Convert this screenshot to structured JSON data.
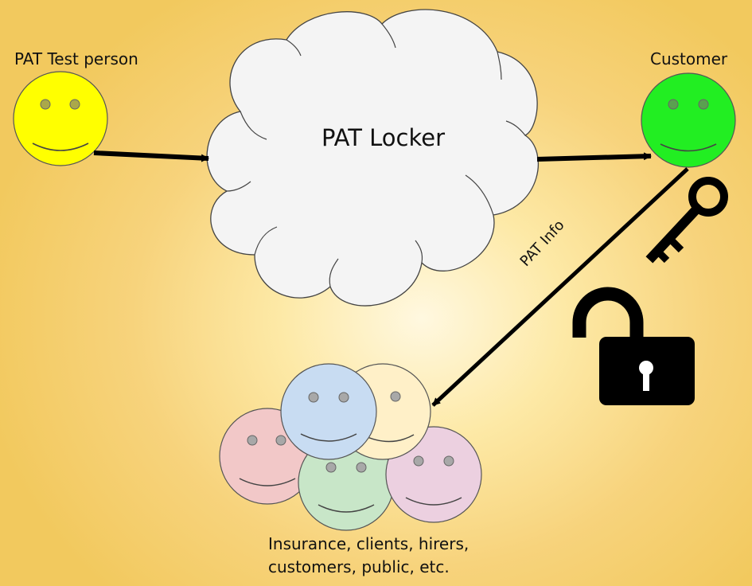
{
  "labels": {
    "test_person": "PAT Test person",
    "customer": "Customer",
    "locker": "PAT Locker",
    "pat_info": "PAT Info",
    "group_line1": "Insurance, clients, hirers,",
    "group_line2": "customers, public, etc."
  },
  "nodes": [
    {
      "id": "test-person",
      "shape": "smiley",
      "color": "#ffff00"
    },
    {
      "id": "pat-locker",
      "shape": "cloud",
      "color": "#f4f4f4"
    },
    {
      "id": "customer",
      "shape": "smiley",
      "color": "#22ee22"
    },
    {
      "id": "group",
      "shape": "smiley-cluster",
      "colors": [
        "#f2c8c8",
        "#c8dcf2",
        "#fff0c8",
        "#c8e6c8",
        "#ecd0e0"
      ]
    }
  ],
  "edges": [
    {
      "from": "test-person",
      "to": "pat-locker",
      "label": ""
    },
    {
      "from": "pat-locker",
      "to": "customer",
      "label": ""
    },
    {
      "from": "customer",
      "to": "group",
      "label": "PAT Info"
    }
  ],
  "icons": [
    "key-icon",
    "unlocked-padlock-icon"
  ]
}
